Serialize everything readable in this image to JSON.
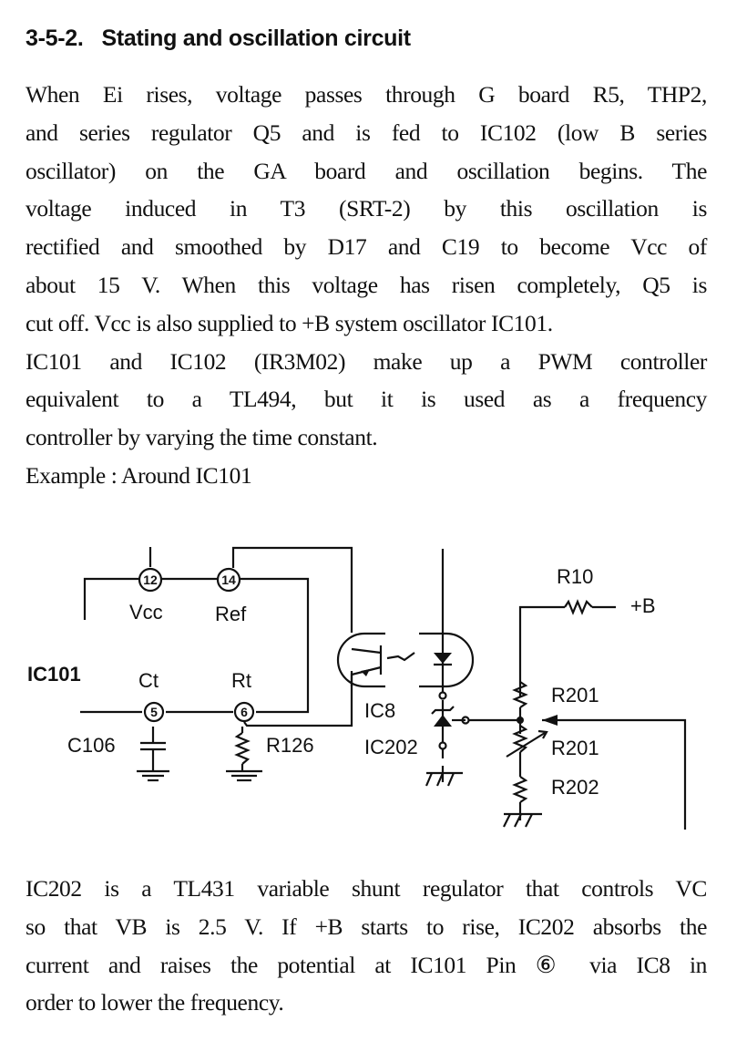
{
  "heading": {
    "number": "3-5-2.",
    "title": "Stating and oscillation circuit"
  },
  "paragraph1": {
    "lines": [
      "When Ei rises, voltage passes through G board R5, THP2,",
      "and series regulator Q5 and is fed to IC102 (low B series",
      "oscillator) on the GA board and oscillation begins. The",
      "voltage induced in T3 (SRT-2) by this oscillation is",
      "rectified and smoothed by D17 and C19 to become Vcc of",
      "about 15 V. When this voltage has risen completely, Q5 is",
      "cut off. Vcc is also supplied to +B system oscillator IC101.",
      "IC101 and IC102 (IR3M02) make up a PWM controller",
      "equivalent to a TL494, but it is used as a frequency",
      "controller by varying the time constant.",
      "Example : Around IC101"
    ]
  },
  "diagram": {
    "ic_label": "IC101",
    "pins": [
      {
        "number": "12",
        "name": "Vcc"
      },
      {
        "number": "14",
        "name": "Ref"
      },
      {
        "number": "5",
        "name": "Ct"
      },
      {
        "number": "6",
        "name": "Rt"
      }
    ],
    "components": {
      "capacitor": "C106",
      "resistor_rt": "R126",
      "optocoupler": "IC8",
      "shunt_regulator": "IC202",
      "r10": "R10",
      "supply": "+B",
      "r201_top": "R201",
      "r201_var": "R201",
      "r202": "R202"
    }
  },
  "paragraph2": {
    "lines": [
      "IC202 is a TL431 variable shunt regulator that controls VC",
      "so that VB is 2.5 V. If +B starts to rise, IC202 absorbs the",
      "current and raises the potential at IC101 Pin ⑥ via IC8 in",
      "order to lower the frequency."
    ]
  }
}
